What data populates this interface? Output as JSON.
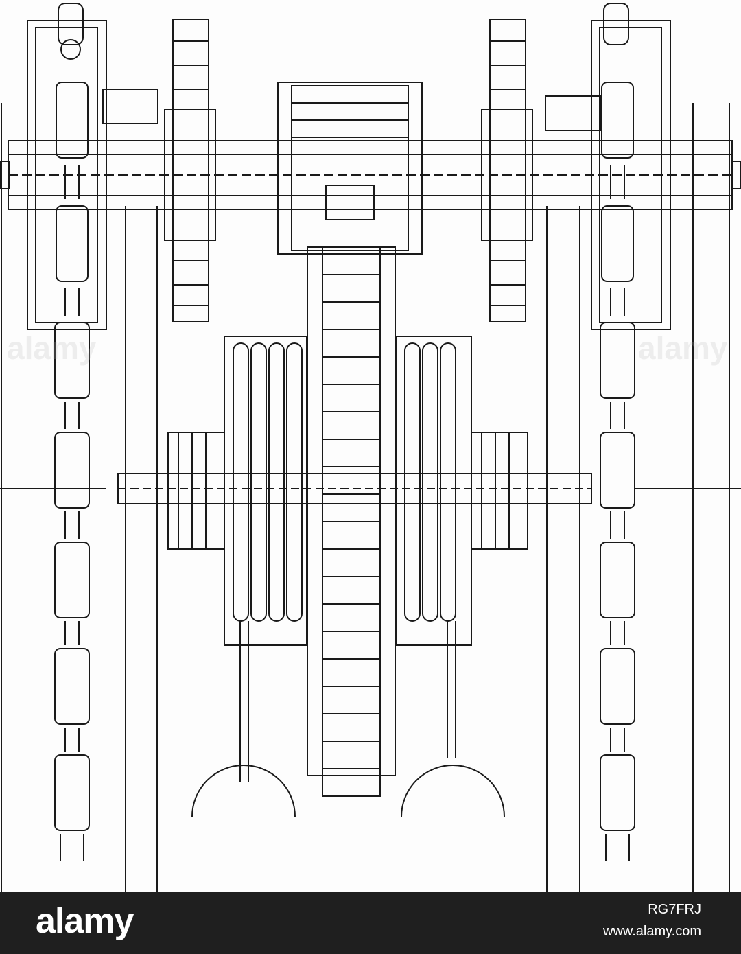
{
  "watermark": {
    "text": "alamy"
  },
  "footer": {
    "logo_text": "alamy",
    "image_id": "RG7FRJ",
    "site_url": "www.alamy.com",
    "background": "#1f1f1f",
    "text_color": "#ffffff"
  },
  "illustration": {
    "subject": "winding machinery drawing",
    "line_color": "#1a1a1a"
  }
}
